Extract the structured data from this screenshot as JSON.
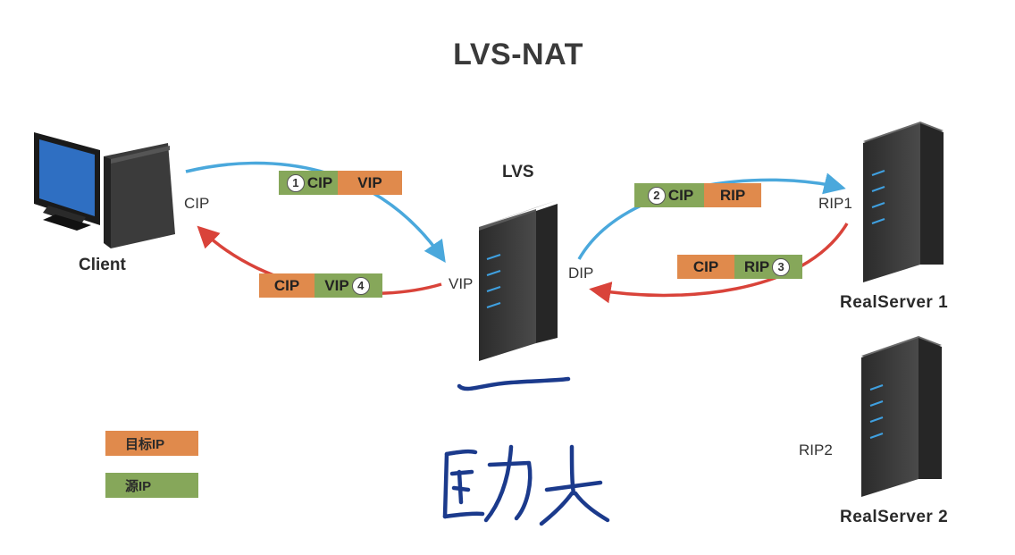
{
  "title": "LVS-NAT",
  "nodes": {
    "client": {
      "name": "Client",
      "ip": "CIP"
    },
    "lvs": {
      "name": "LVS",
      "vip": "VIP",
      "dip": "DIP"
    },
    "rs1": {
      "name": "RealServer 1",
      "ip": "RIP1"
    },
    "rs2": {
      "name": "RealServer 2",
      "ip": "RIP2"
    }
  },
  "packets": {
    "p1": {
      "step": "1",
      "src": "CIP",
      "dst": "VIP"
    },
    "p2": {
      "step": "2",
      "src": "CIP",
      "dst": "RIP"
    },
    "p3": {
      "step": "3",
      "src": "RIP",
      "dst": "CIP"
    },
    "p4": {
      "step": "4",
      "src": "VIP",
      "dst": "CIP"
    }
  },
  "legend": {
    "target_ip": "目标IP",
    "source_ip": "源IP"
  },
  "colors": {
    "request_arrow": "#4aa8dc",
    "response_arrow": "#d9433a",
    "target_ip": "#e08a4c",
    "source_ip": "#86a75a",
    "handwriting": "#1b3a8c"
  }
}
